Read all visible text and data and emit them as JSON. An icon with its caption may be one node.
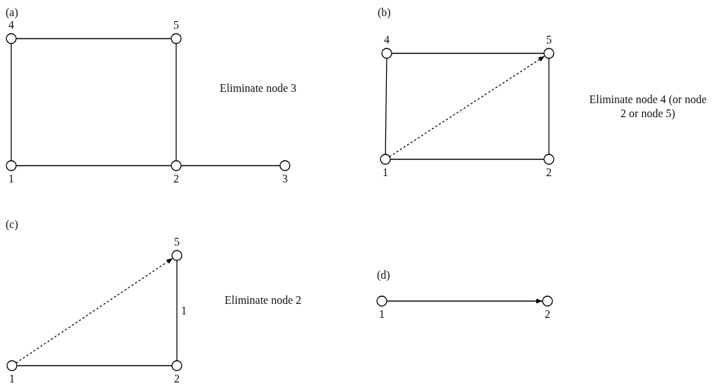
{
  "diagram": {
    "nodes": [
      {
        "text": [
          "4"
        ]
      },
      {
        "text": [
          "5"
        ]
      },
      {
        "text": [
          "1"
        ]
      },
      {
        "text": [
          "2"
        ]
      },
      {
        "text": [
          "3"
        ]
      },
      {
        "text": [
          "4"
        ]
      },
      {
        "text": [
          "5"
        ]
      },
      {
        "text": [
          "1"
        ]
      },
      {
        "text": [
          "2"
        ]
      },
      {
        "text": [
          "5"
        ]
      },
      {
        "text": [
          "1"
        ]
      },
      {
        "text": [
          "2"
        ]
      },
      {
        "text": [
          "1"
        ]
      },
      {
        "text": [
          "2"
        ]
      }
    ],
    "edges": [
      {
        "from": 0,
        "to": 1,
        "arrow": "none"
      },
      {
        "from": 0,
        "to": 2,
        "arrow": "none"
      },
      {
        "from": 1,
        "to": 3,
        "arrow": "none"
      },
      {
        "from": 2,
        "to": 3,
        "arrow": "none"
      },
      {
        "from": 3,
        "to": 4,
        "arrow": "none"
      },
      {
        "from": 5,
        "to": 6,
        "arrow": "none"
      },
      {
        "from": 5,
        "to": 7,
        "arrow": "none"
      },
      {
        "from": 6,
        "to": 8,
        "arrow": "none"
      },
      {
        "from": 7,
        "to": 8,
        "arrow": "none"
      },
      {
        "from": 7,
        "to": 6,
        "arrow": "to",
        "style": "dashed"
      },
      {
        "from": 10,
        "to": 9,
        "arrow": "to",
        "style": "dashed"
      },
      {
        "from": 9,
        "to": 11,
        "arrow": "none",
        "label": "1"
      },
      {
        "from": 10,
        "to": 11,
        "arrow": "none"
      },
      {
        "from": 12,
        "to": 13,
        "arrow": "to"
      }
    ],
    "labels": [
      "(a)",
      "(b)",
      "Eliminate node 3",
      "Eliminate node 4 (or node 2 or node 5)",
      "(c)",
      "Eliminate node 2",
      "(d)"
    ]
  }
}
